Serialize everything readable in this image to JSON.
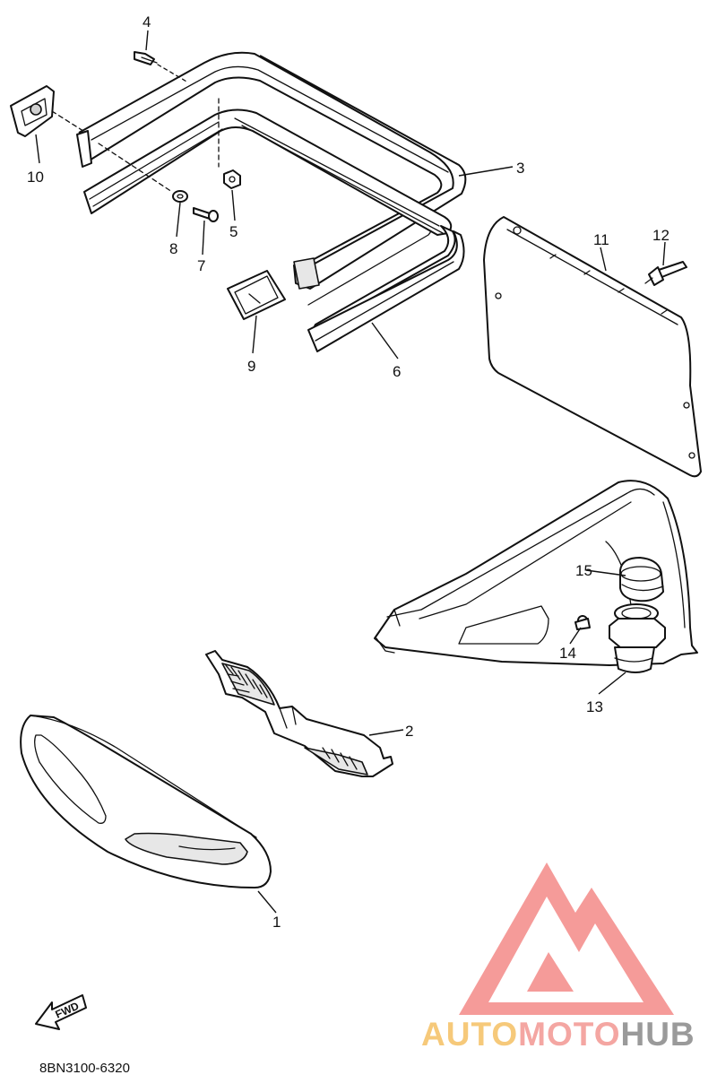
{
  "diagram": {
    "parts": [
      {
        "number": "1"
      },
      {
        "number": "2"
      },
      {
        "number": "3"
      },
      {
        "number": "4"
      },
      {
        "number": "5"
      },
      {
        "number": "6"
      },
      {
        "number": "7"
      },
      {
        "number": "8"
      },
      {
        "number": "9"
      },
      {
        "number": "10"
      },
      {
        "number": "11"
      },
      {
        "number": "12"
      },
      {
        "number": "13"
      },
      {
        "number": "14"
      },
      {
        "number": "15"
      }
    ],
    "diagram_code": "8BN3100-6320",
    "fwd_label": "FWD"
  },
  "watermark": {
    "part1": "AUTO",
    "part2": "MOTO",
    "part3": "HUB",
    "colors": {
      "auto": "#f6c97a",
      "moto": "#f4a6a2",
      "hub": "#9a9a9a",
      "logo": "#f48a88"
    }
  }
}
